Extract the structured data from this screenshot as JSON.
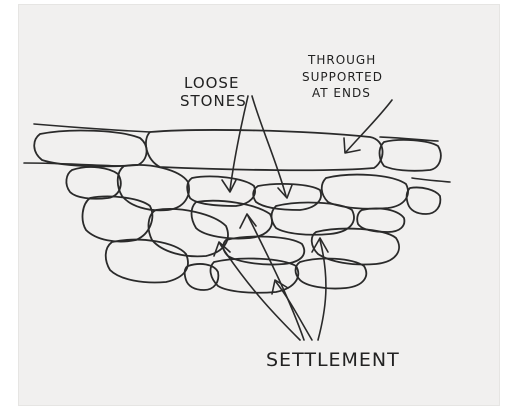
{
  "labels": {
    "loose_stones_line1": "LOOSE",
    "loose_stones_line2": "STONES",
    "through_line1": "THROUGH",
    "through_line2": "SUPPORTED",
    "through_line3": "AT ENDS",
    "settlement": "SETTLEMENT"
  }
}
